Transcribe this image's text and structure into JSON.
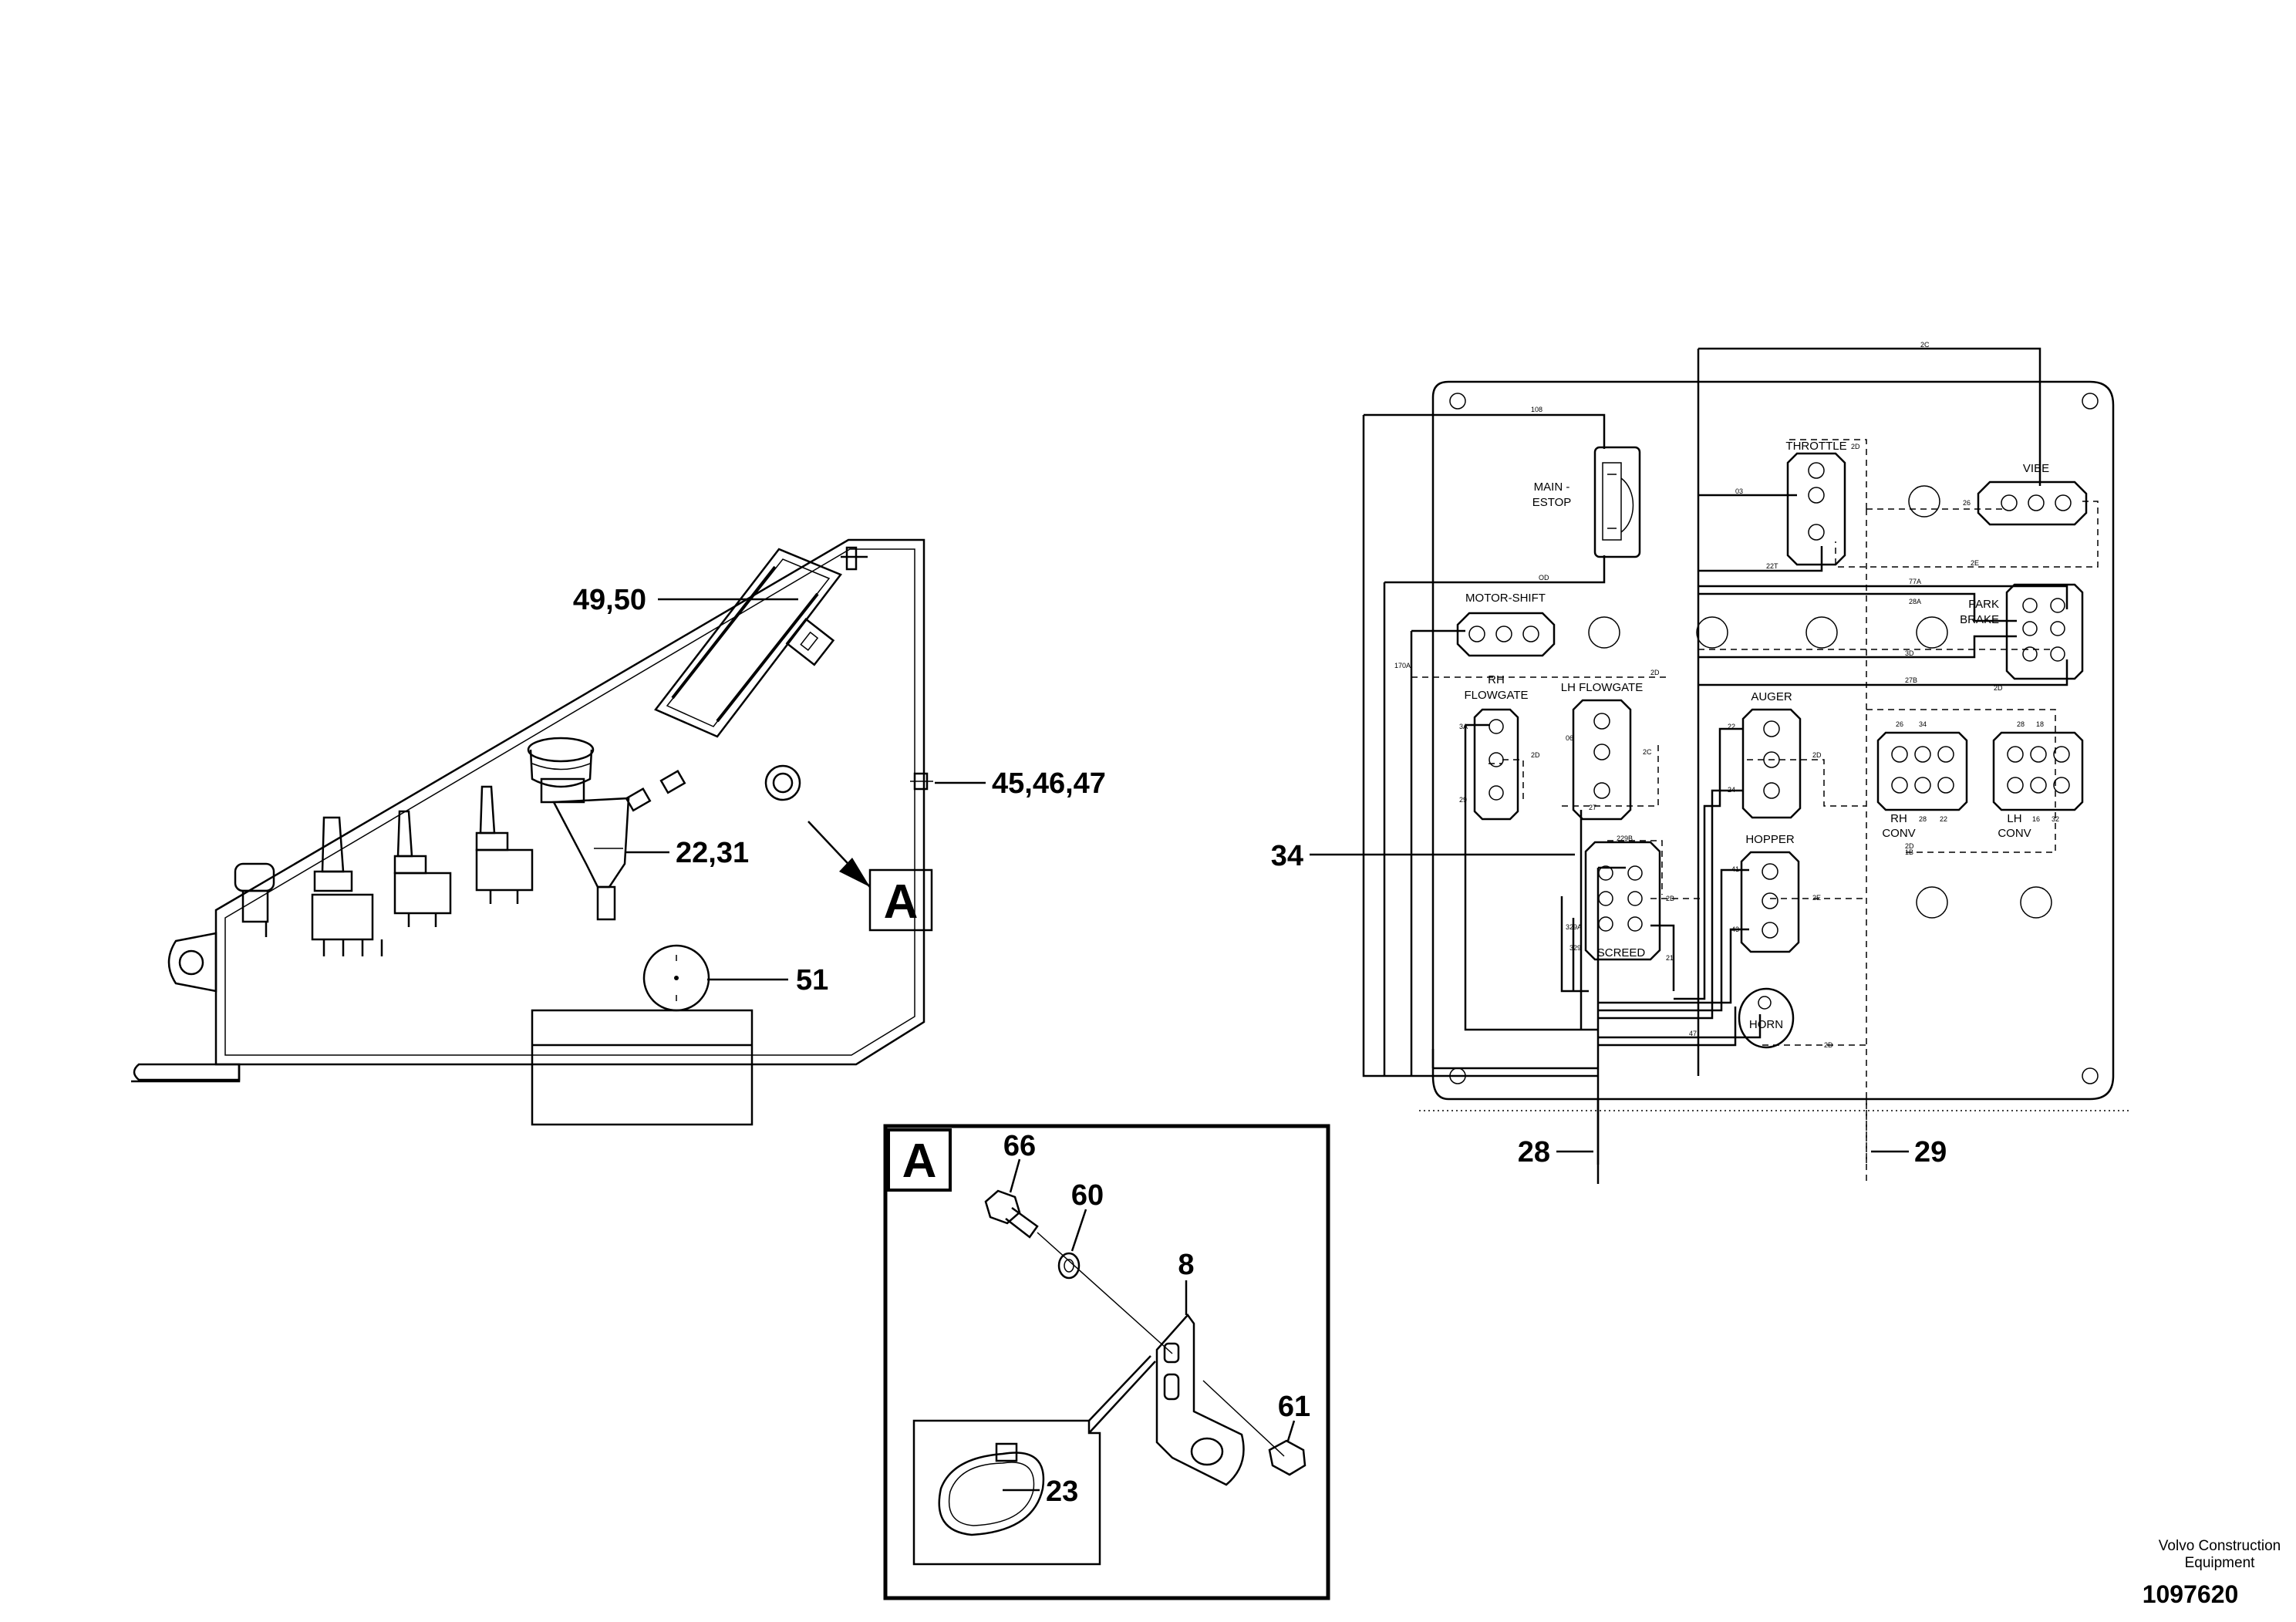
{
  "callouts": {
    "c49_50": "49,50",
    "c45_46_47": "45,46,47",
    "c22_31": "22,31",
    "c51": "51",
    "c34": "34",
    "c28": "28",
    "c29": "29",
    "c66": "66",
    "c60": "60",
    "c8": "8",
    "c61": "61",
    "c23": "23"
  },
  "detail": {
    "label": "A",
    "inset_label": "A"
  },
  "panel_labels": {
    "main_estop_1": "MAIN -",
    "main_estop_2": "ESTOP",
    "throttle": "THROTTLE",
    "vibe": "VIBE",
    "motor_shift": "MOTOR-SHIFT",
    "park_1": "PARK",
    "park_2": "BRAKE",
    "rh_flowgate_1": "RH",
    "rh_flowgate_2": "FLOWGATE",
    "lh_flowgate": "LH FLOWGATE",
    "auger": "AUGER",
    "rh_conv_1": "RH",
    "rh_conv_2": "CONV",
    "lh_conv_1": "LH",
    "lh_conv_2": "CONV",
    "hopper": "HOPPER",
    "screed": "SCREED",
    "horn": "HORN"
  },
  "footer": {
    "brand_line1": "Volvo Construction",
    "brand_line2": "Equipment",
    "doc_number": "1097620"
  },
  "icons": [
    "hex-bolt-icon",
    "washer-icon",
    "bracket-icon",
    "nut-icon",
    "cable-tie-icon",
    "toggle-switch-icon",
    "estop-button-icon"
  ]
}
